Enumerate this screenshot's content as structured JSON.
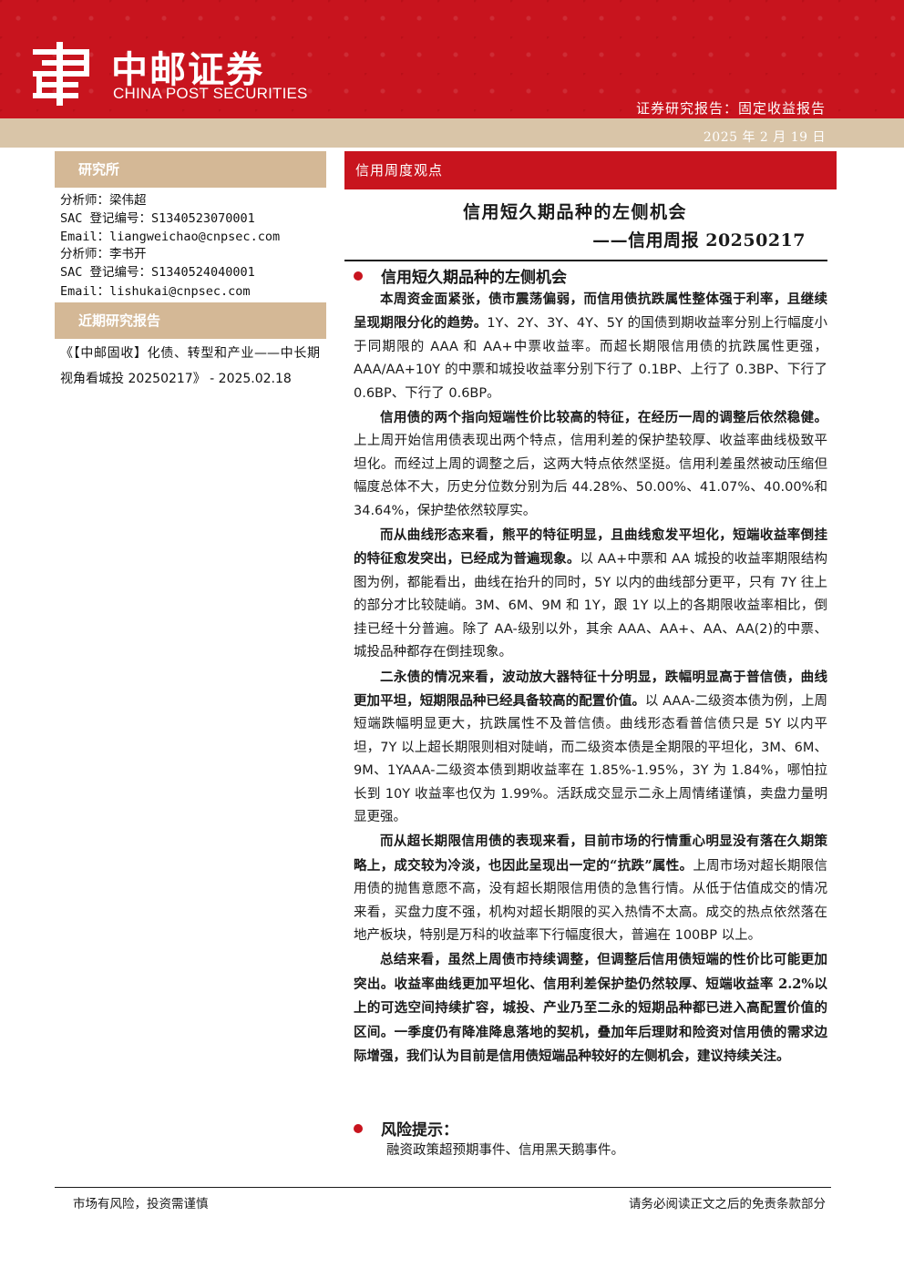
{
  "header": {
    "brand_cn": "中邮证券",
    "brand_en": "CHINA POST SECURITIES",
    "report_type": "证券研究报告：固定收益报告",
    "date": "2025 年 2 月 19 日",
    "colors": {
      "red": "#c8141e",
      "beige": "#d9c5a8"
    }
  },
  "sidebar": {
    "research_label": "研究所",
    "analysts": [
      {
        "name": "分析师：梁伟超",
        "sac": "SAC 登记编号：S1340523070001",
        "email": "Email：liangweichao@cnpsec.com"
      },
      {
        "name": "分析师：李书开",
        "sac": "SAC 登记编号：S1340524040001",
        "email": "Email：lishukai@cnpsec.com"
      }
    ],
    "recent_label": "近期研究报告",
    "recent_report": "《【中邮固收】化债、转型和产业——中长期视角看城投 20250217》 - 2025.02.18"
  },
  "main": {
    "tag": "信用周度观点",
    "title": "信用短久期品种的左侧机会",
    "subtitle": "——信用周报 20250217",
    "section1_heading": "信用短久期品种的左侧机会",
    "paragraphs": [
      {
        "bold": "本周资金面紧张，债市震荡偏弱，而信用债抗跌属性整体强于利率，且继续呈现期限分化的趋势。",
        "rest": "1Y、2Y、3Y、4Y、5Y 的国债到期收益率分别上行幅度小于同期限的 AAA 和 AA+中票收益率。而超长期限信用债的抗跌属性更强，AAA/AA+10Y 的中票和城投收益率分别下行了 0.1BP、上行了 0.3BP、下行了 0.6BP、下行了 0.6BP。"
      },
      {
        "bold": "信用债的两个指向短端性价比较高的特征，在经历一周的调整后依然稳健。",
        "rest": "上上周开始信用债表现出两个特点，信用利差的保护垫较厚、收益率曲线极致平坦化。而经过上周的调整之后，这两大特点依然坚挺。信用利差虽然被动压缩但幅度总体不大，历史分位数分别为后 44.28%、50.00%、41.07%、40.00%和 34.64%，保护垫依然较厚实。"
      },
      {
        "bold": "而从曲线形态来看，熊平的特征明显，且曲线愈发平坦化，短端收益率倒挂的特征愈发突出，已经成为普遍现象。",
        "rest": "以 AA+中票和 AA 城投的收益率期限结构图为例，都能看出，曲线在抬升的同时，5Y 以内的曲线部分更平，只有 7Y 往上的部分才比较陡峭。3M、6M、9M 和 1Y，跟 1Y 以上的各期限收益率相比，倒挂已经十分普遍。除了 AA-级别以外，其余 AAA、AA+、AA、AA(2)的中票、城投品种都存在倒挂现象。"
      },
      {
        "bold": "二永债的情况来看，波动放大器特征十分明显，跌幅明显高于普信债，曲线更加平坦，短期限品种已经具备较高的配置价值。",
        "rest": "以 AAA-二级资本债为例，上周短端跌幅明显更大，抗跌属性不及普信债。曲线形态看普信债只是 5Y 以内平坦，7Y 以上超长期限则相对陡峭，而二级资本债是全期限的平坦化，3M、6M、9M、1YAAA-二级资本债到期收益率在 1.85%-1.95%，3Y 为 1.84%，哪怕拉长到 10Y 收益率也仅为 1.99%。活跃成交显示二永上周情绪谨慎，卖盘力量明显更强。"
      },
      {
        "bold": "而从超长期限信用债的表现来看，目前市场的行情重心明显没有落在久期策略上，成交较为冷淡，也因此呈现出一定的“抗跌”属性。",
        "rest": "上周市场对超长期限信用债的抛售意愿不高，没有超长期限信用债的急售行情。从低于估值成交的情况来看，买盘力度不强，机构对超长期限的买入热情不太高。成交的热点依然落在地产板块，特别是万科的收益率下行幅度很大，普遍在 100BP 以上。"
      },
      {
        "bold": "总结来看，虽然上周债市持续调整，但调整后信用债短端的性价比可能更加突出。收益率曲线更加平坦化、信用利差保护垫仍然较厚、短端收益率 2.2%以上的可选空间持续扩容，城投、产业乃至二永的短期品种都已进入高配置价值的区间。一季度仍有降准降息落地的契机，叠加年后理财和险资对信用债的需求边际增强，我们认为目前是信用债短端品种较好的左侧机会，建议持续关注。",
        "rest": ""
      }
    ],
    "risk_heading": "风险提示：",
    "risk_text": "融资政策超预期事件、信用黑天鹅事件。"
  },
  "footer": {
    "left": "市场有风险，投资需谨慎",
    "right": "请务必阅读正文之后的免责条款部分"
  }
}
